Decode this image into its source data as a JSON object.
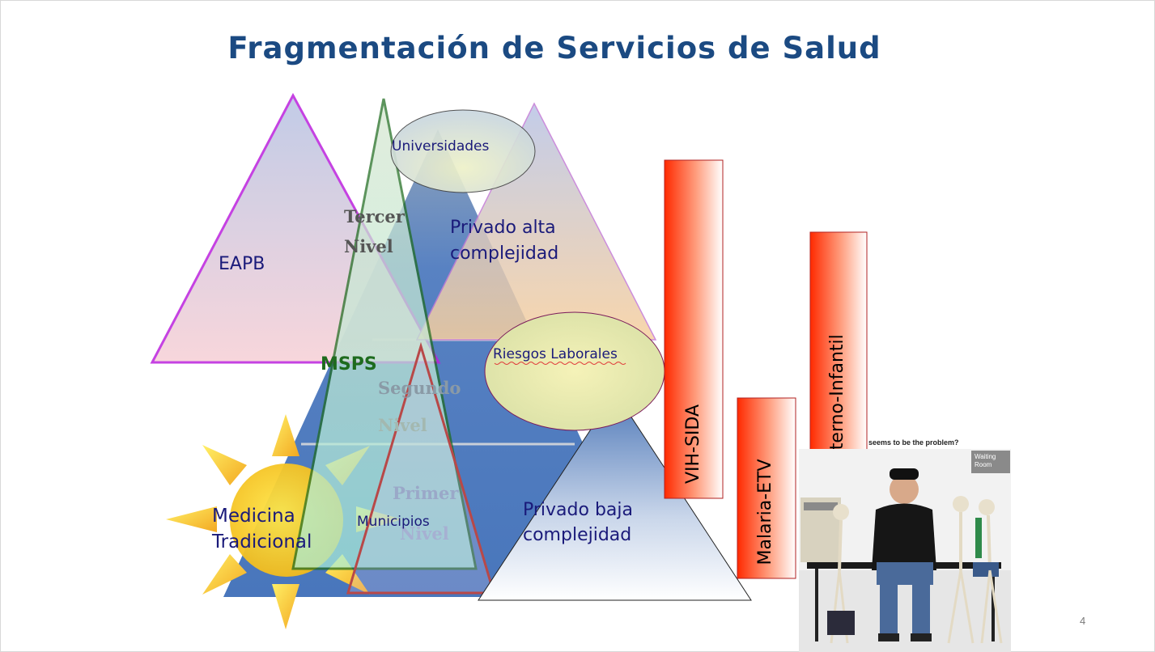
{
  "slide": {
    "title": "Fragmentación de Servicios de Salud",
    "page_number": "4"
  },
  "labels": {
    "eapb": "EAPB",
    "universidades": "Universidades",
    "tercer_nivel_1": "Tercer",
    "tercer_nivel_2": "Nivel",
    "privado_alta_1": "Privado alta",
    "privado_alta_2": "complejidad",
    "mspS": "MSPS",
    "riesgos_laborales": "Riesgos Laborales",
    "segundo_nivel_1": "Segundo",
    "segundo_nivel_2": "Nivel",
    "primer_nivel_1": "Primer",
    "primer_nivel_2": "Nivel",
    "medicina_tradicional_1": "Medicina",
    "medicina_tradicional_2": "Tradicional",
    "municipios": "Municipios",
    "privado_baja_1": "Privado baja",
    "privado_baja_2": "complejidad"
  },
  "bars": {
    "vih_sida": "VIH-SIDA",
    "malaria_etv": "Malaria-ETV",
    "materno_infantil": "Materno-Infantil"
  },
  "photo": {
    "caption": "seems to be the problem?",
    "sign_line1": "Waiting",
    "sign_line2": "Room"
  },
  "colors": {
    "title": "#1b4a82",
    "pyramid_blue": "#4f7bbf",
    "eapb_outline": "#bb22dd",
    "msps_outline": "#1e6b1e",
    "municipios_outline": "#b84848",
    "bar_red": "#ff3a10",
    "sun_yellow": "#f7d020",
    "label_navy": "#1a1a7a",
    "msps_green": "#1e6b1e"
  }
}
